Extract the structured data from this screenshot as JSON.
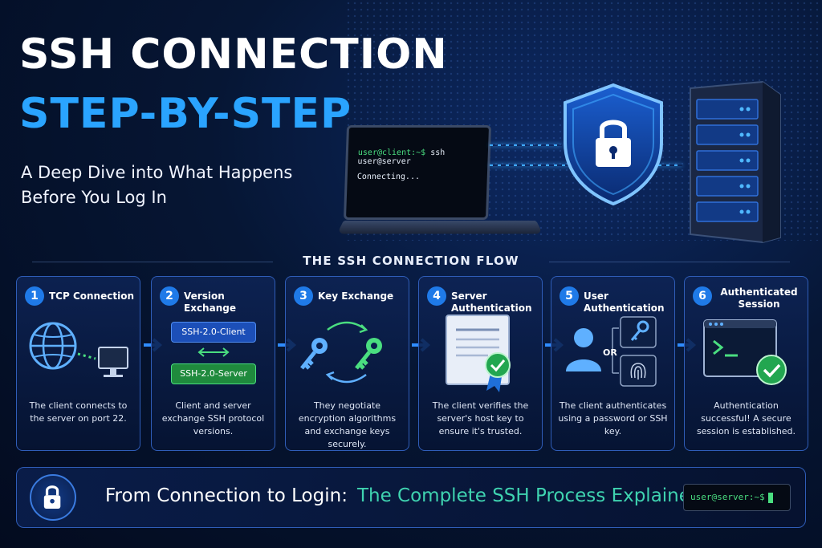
{
  "header": {
    "title_line1": "SSH CONNECTION",
    "title_line2": "STEP-BY-STEP",
    "subtitle": "A Deep Dive into What Happens Before You Log In"
  },
  "laptop_terminal": {
    "prompt": "user@client:~$",
    "command": "ssh user@server",
    "output": "Connecting..."
  },
  "flow_title": "THE SSH CONNECTION FLOW",
  "steps": [
    {
      "number": "1",
      "title": "TCP Connection",
      "description": "The client connects to the server on port 22."
    },
    {
      "number": "2",
      "title": "Version Exchange",
      "description": "Client and server exchange SSH protocol versions.",
      "client_version": "SSH-2.0-Client",
      "server_version": "SSH-2.0-Server"
    },
    {
      "number": "3",
      "title": "Key Exchange",
      "description": "They negotiate encryption algorithms and exchange keys securely."
    },
    {
      "number": "4",
      "title": "Server Authentication",
      "description": "The client verifies the server's host key to ensure it's trusted."
    },
    {
      "number": "5",
      "title": "User Authentication",
      "description": "The client authenticates using a password or SSH key.",
      "or_label": "OR"
    },
    {
      "number": "6",
      "title": "Authenticated Session",
      "description": "Authentication successful! A secure session is established."
    }
  ],
  "footer": {
    "text_white": "From Connection to Login:",
    "text_green": "The Complete SSH Process Explained",
    "terminal_prompt": "user@server:~$"
  },
  "colors": {
    "accent_blue": "#2aa4ff",
    "accent_green": "#3fd3b0",
    "terminal_green": "#4ade80",
    "card_border": "#2f5db8"
  },
  "icons": [
    "globe-icon",
    "monitor-icon",
    "key-icon",
    "certificate-icon",
    "user-icon",
    "fingerprint-icon",
    "terminal-icon",
    "check-icon",
    "lock-icon",
    "shield-icon",
    "server-icon"
  ]
}
